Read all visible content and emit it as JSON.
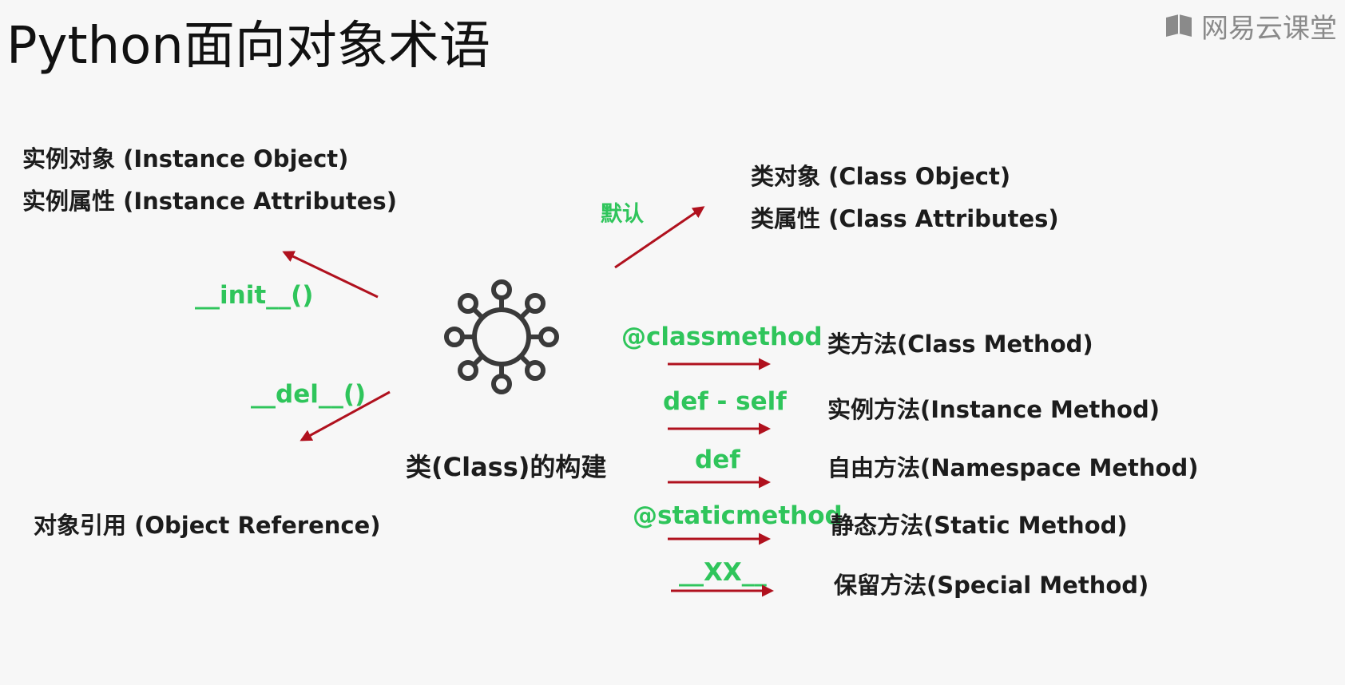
{
  "title": "Python面向对象术语",
  "brand": {
    "name": "网易云课堂",
    "logo_icon": "book-logo-icon"
  },
  "left_top": {
    "instance_object": "实例对象 (Instance Object)",
    "instance_attributes": "实例属性 (Instance Attributes)"
  },
  "left_bottom": {
    "object_reference": "对象引用 (Object Reference)"
  },
  "right_top": {
    "class_object": "类对象 (Class Object)",
    "class_attributes": "类属性 (Class Attributes)"
  },
  "edges": {
    "default": "默认",
    "init": "__init__()",
    "del": "__del__()"
  },
  "center": {
    "label": "类(Class)的构建",
    "icon": "network-hub-icon"
  },
  "methods": [
    {
      "decorator": "@classmethod",
      "label": "类方法(Class Method)"
    },
    {
      "decorator": "def - self",
      "label": "实例方法(Instance Method)"
    },
    {
      "decorator": "def",
      "label": "自由方法(Namespace Method)"
    },
    {
      "decorator": "@staticmethod",
      "label": "静态方法(Static Method)"
    },
    {
      "decorator": "__XX__",
      "label": "保留方法(Special Method)"
    }
  ],
  "colors": {
    "arrow": "#b0111e",
    "green": "#2fc55b",
    "icon": "#3a3a3a"
  }
}
